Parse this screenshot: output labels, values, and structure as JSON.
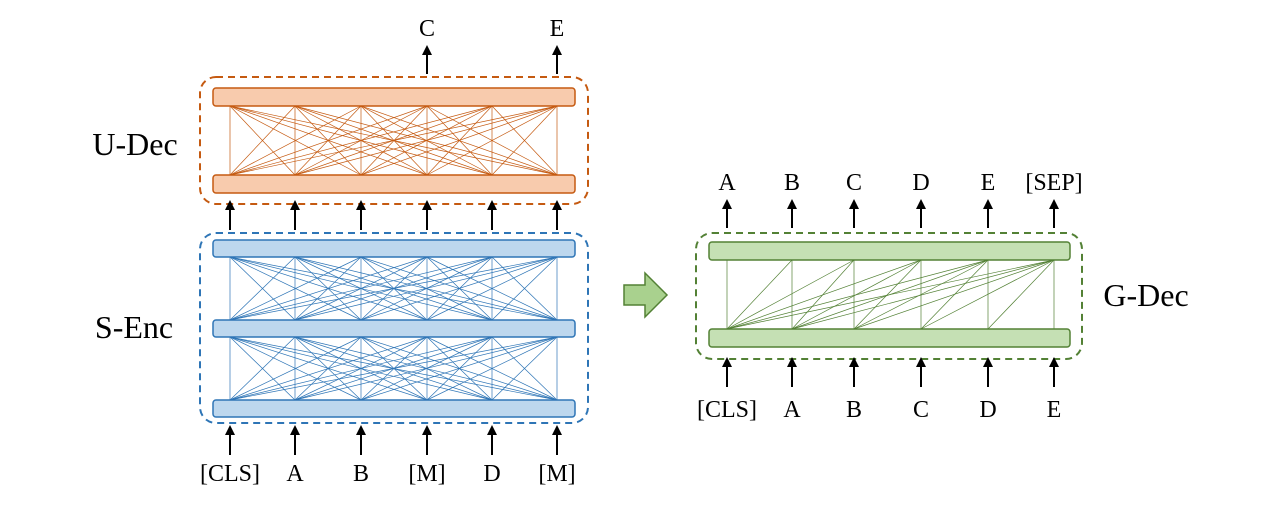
{
  "left": {
    "udec": {
      "label": "U-Dec",
      "outputs": [
        "C",
        "E"
      ],
      "box_color": "#c55a11",
      "bar_fill": "#f8cbad",
      "line_color": "#c55a11"
    },
    "senc": {
      "label": "S-Enc",
      "inputs": [
        "[CLS]",
        "A",
        "B",
        "[M]",
        "D",
        "[M]"
      ],
      "box_color": "#2e75b6",
      "bar_fill": "#bdd7ee",
      "line_color": "#2e75b6"
    }
  },
  "transition_arrow": {
    "fill": "#a9d18e",
    "stroke": "#538135"
  },
  "right": {
    "gdec": {
      "label": "G-Dec",
      "outputs": [
        "A",
        "B",
        "C",
        "D",
        "E",
        "[SEP]"
      ],
      "inputs": [
        "[CLS]",
        "A",
        "B",
        "C",
        "D",
        "E"
      ],
      "box_color": "#538135",
      "bar_fill": "#c5e0b4",
      "line_color": "#538135"
    }
  }
}
